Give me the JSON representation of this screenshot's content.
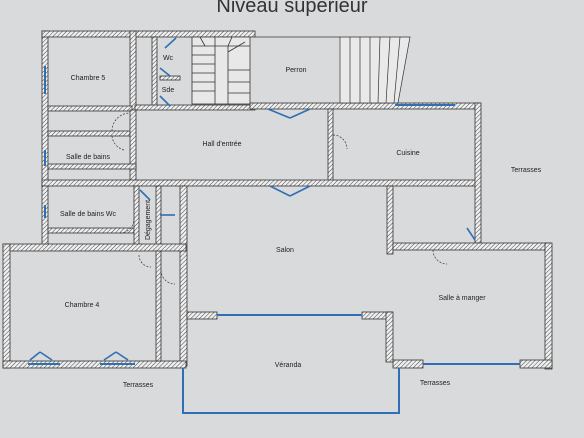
{
  "title": "Niveau supérieur",
  "rooms": {
    "chambre5": "Chambre 5",
    "wc": "Wc",
    "sde": "Sde",
    "perron": "Perron",
    "hall": "Hall d'entrée",
    "salle_de_bains_1": "Salle de bains",
    "cuisine": "Cuisine",
    "terrasses_right": "Terrasses",
    "salle_de_bains_wc": "Salle de bains Wc",
    "degagement": "Dégagement",
    "salon": "Salon",
    "chambre4": "Chambre 4",
    "salle_a_manger": "Salle à manger",
    "veranda": "Véranda",
    "terrasses_bottom_left": "Terrasses",
    "terrasses_bottom_right": "Terrasses"
  },
  "colors": {
    "background": "#d9dadc",
    "wall": "#333333",
    "window": "#2f6fb3"
  }
}
